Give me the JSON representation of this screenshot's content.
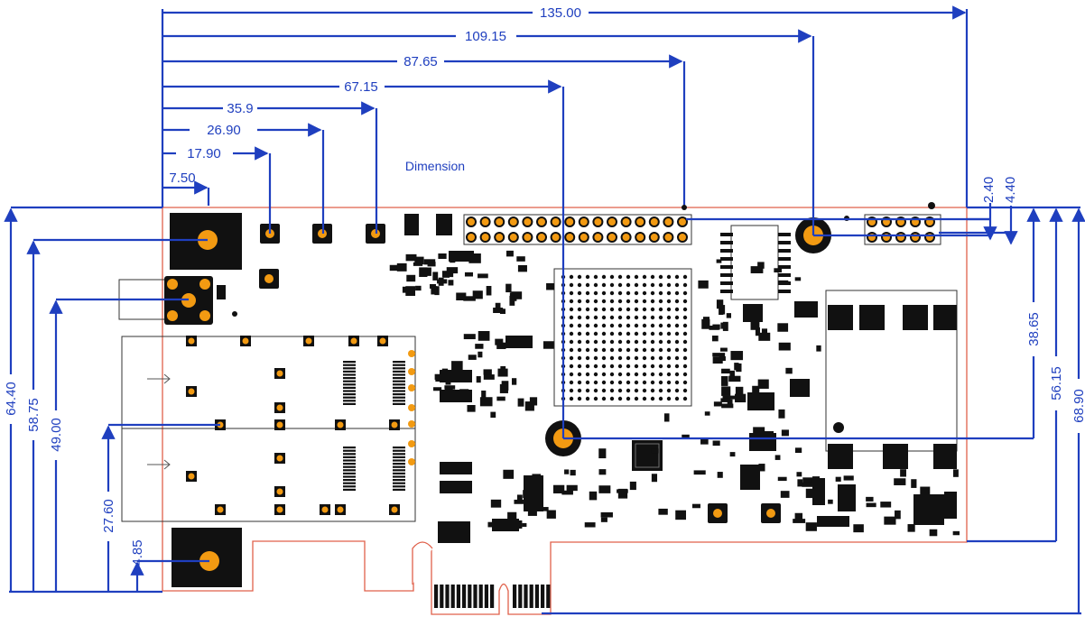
{
  "title": "Dimension",
  "colors": {
    "dimension": "#1f3fbf",
    "board_edge": "#e0604a",
    "pad": "#f29a12",
    "component": "#111111"
  },
  "horizontal_dimensions": [
    {
      "id": "h-135",
      "label": "135.00"
    },
    {
      "id": "h-109",
      "label": "109.15"
    },
    {
      "id": "h-87",
      "label": "87.65"
    },
    {
      "id": "h-67",
      "label": "67.15"
    },
    {
      "id": "h-35",
      "label": "35.9"
    },
    {
      "id": "h-26",
      "label": "26.90"
    },
    {
      "id": "h-17",
      "label": "17.90"
    },
    {
      "id": "h-7",
      "label": "7.50"
    },
    {
      "id": "h-2",
      "label": "2.40"
    },
    {
      "id": "h-4",
      "label": "4.40"
    }
  ],
  "vertical_dimensions": [
    {
      "id": "v-64",
      "label": "64.40"
    },
    {
      "id": "v-58",
      "label": "58.75"
    },
    {
      "id": "v-49",
      "label": "49.00"
    },
    {
      "id": "v-27",
      "label": "27.60"
    },
    {
      "id": "v-4",
      "label": "4.85"
    },
    {
      "id": "v-38",
      "label": "38.65"
    },
    {
      "id": "v-56",
      "label": "56.15"
    },
    {
      "id": "v-68",
      "label": "68.90"
    }
  ]
}
